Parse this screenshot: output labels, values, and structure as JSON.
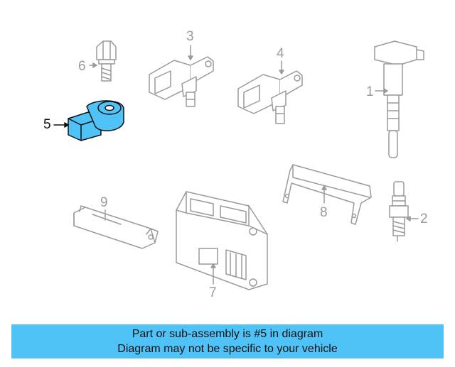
{
  "diagram": {
    "callouts": {
      "n1": "1",
      "n2": "2",
      "n3": "3",
      "n4": "4",
      "n5": "5",
      "n6": "6",
      "n7": "7",
      "n8": "8",
      "n9": "9"
    },
    "highlighted_part": "5"
  },
  "banner": {
    "line1": "Part or sub-assembly is #5 in diagram",
    "line2": "Diagram may not be specific to your vehicle"
  },
  "colors": {
    "part_outline": "#9a9a9a",
    "highlight_fill": "#4fc3f7",
    "highlight_outline": "#111111",
    "banner_background": "#4fc3f7",
    "text": "#111111"
  }
}
